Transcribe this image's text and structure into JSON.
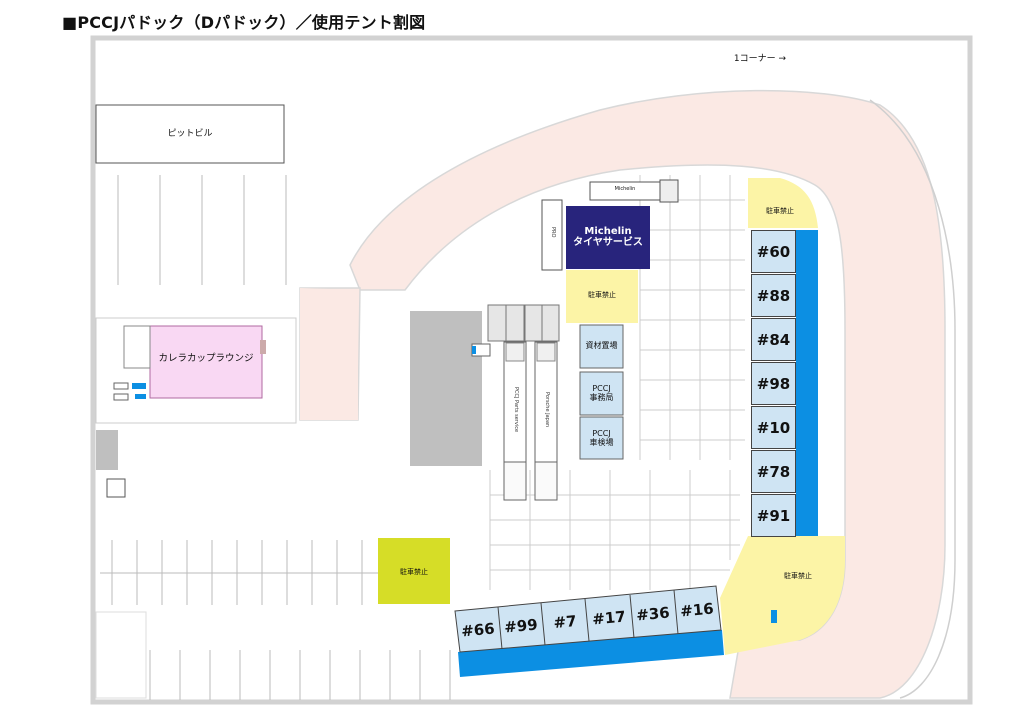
{
  "title": "■PCCJパドック（Dパドック）／使用テント割図",
  "corner_label": "1コーナー →",
  "pit_building": "ピットビル",
  "lounge": "カレラカップラウンジ",
  "michelin": "Michelin\nタイヤサービス",
  "michelin_small": "Michelin",
  "materials": "資材置場",
  "pccj_office": "PCCJ\n事務局",
  "pccj_vehicle": "PCCJ\n車検場",
  "no_parking": "駐車禁止",
  "truck_labels": [
    "PCCJ Parts service",
    "Porsche Japan"
  ],
  "truck_small": "PRO",
  "right_tents": [
    "#60",
    "#88",
    "#84",
    "#98",
    "#10",
    "#78",
    "#91"
  ],
  "bottom_tents": [
    "#66",
    "#99",
    "#7",
    "#17",
    "#36",
    "#16"
  ],
  "colors": {
    "track": "#fbe9e4",
    "no_parking_yellow": "#fcf4a6",
    "no_parking_lime": "#d6dd27",
    "tent_fill": "#cfe4f3",
    "blue_strip": "#0c8fe3",
    "michelin_blue": "#28247c",
    "lounge_pink": "#f9d8f3",
    "gray_block": "#bfbfbf"
  }
}
